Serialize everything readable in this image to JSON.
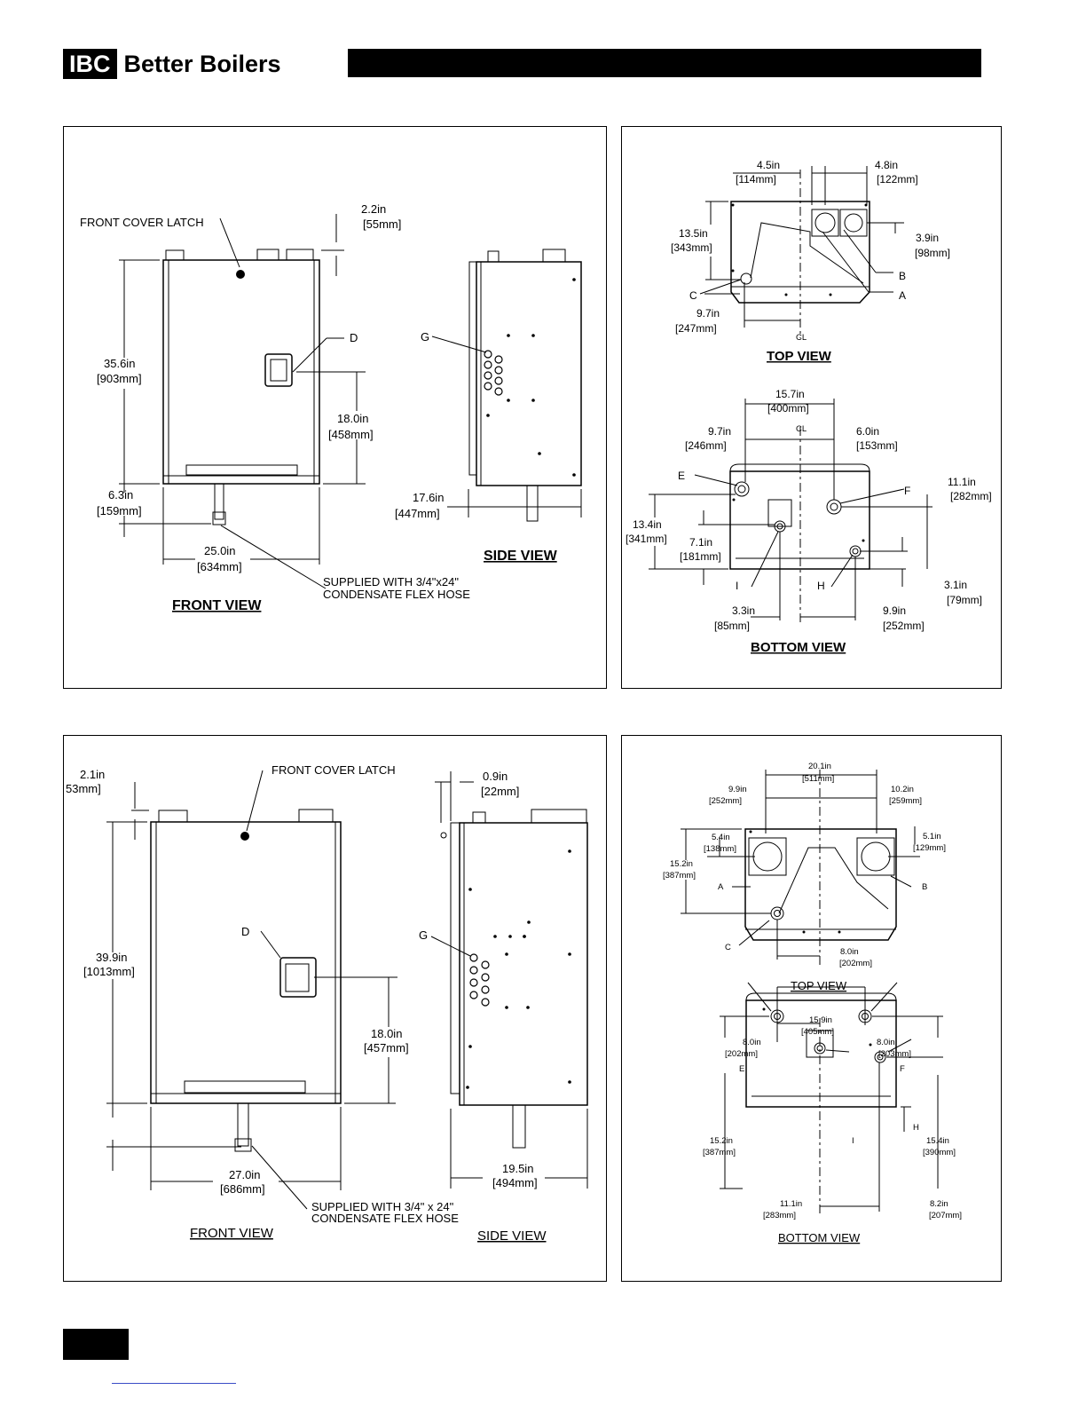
{
  "header": {
    "brand_box": "IBC",
    "brand_text": "Better Boilers"
  },
  "p1": {
    "front_cover_latch": "FRONT COVER LATCH",
    "d_top_in": "2.2in",
    "d_top_mm": "[55mm]",
    "d_height_in": "35.6in",
    "d_height_mm": "[903mm]",
    "d_mid_in": "18.0in",
    "d_mid_mm": "[458mm]",
    "d_bottom_in": "6.3in",
    "d_bottom_mm": "[159mm]",
    "d_width_in": "25.0in",
    "d_width_mm": "[634mm]",
    "d_side_in": "17.6in",
    "d_side_mm": "[447mm]",
    "label_d": "D",
    "label_g": "G",
    "hose_1": "SUPPLIED WITH 3/4\"x24\"",
    "hose_2": "CONDENSATE FLEX HOSE",
    "front_view": "FRONT VIEW",
    "side_view": "SIDE VIEW"
  },
  "p2": {
    "a_in": "4.5in",
    "a_mm": "[114mm]",
    "b_in": "4.8in",
    "b_mm": "[122mm]",
    "c_in": "13.5in",
    "c_mm": "[343mm]",
    "d_in": "3.9in",
    "d_mm": "[98mm]",
    "e_in": "9.7in",
    "e_mm": "[247mm]",
    "lbl_a": "A",
    "lbl_b": "B",
    "lbl_c": "C",
    "cl": "CL",
    "top_view": "TOP VIEW",
    "f_in": "15.7in",
    "f_mm": "[400mm]",
    "g_in": "9.7in",
    "g_mm": "[246mm]",
    "h_in": "6.0in",
    "h_mm": "[153mm]",
    "i_in": "11.1in",
    "i_mm": "[282mm]",
    "j_in": "13.4in",
    "j_mm": "[341mm]",
    "k_in": "7.1in",
    "k_mm": "[181mm]",
    "l_in": "3.1in",
    "l_mm": "[79mm]",
    "m_in": "3.3in",
    "m_mm": "[85mm]",
    "n_in": "9.9in",
    "n_mm": "[252mm]",
    "lbl_e": "E",
    "lbl_f": "F",
    "lbl_h": "H",
    "lbl_i": "I",
    "bottom_view": "BOTTOM VIEW"
  },
  "p3": {
    "a_in": "2.1in",
    "a_mm": "53mm]",
    "front_cover_latch": "FRONT COVER LATCH",
    "b_in": "0.9in",
    "b_mm": "[22mm]",
    "c_in": "39.9in",
    "c_mm": "[1013mm]",
    "d_in": "18.0in",
    "d_mm": "[457mm]",
    "e_in": "27.0in",
    "e_mm": "[686mm]",
    "f_in": "19.5in",
    "f_mm": "[494mm]",
    "label_d": "D",
    "label_g": "G",
    "hose_1": "SUPPLIED WITH 3/4\" x 24\"",
    "hose_2": "CONDENSATE FLEX HOSE",
    "front_view": "FRONT VIEW",
    "side_view": "SIDE VIEW"
  },
  "p4": {
    "a_in": "20.1in",
    "a_mm": "[511mm]",
    "b_in": "9.9in",
    "b_mm": "[252mm]",
    "c_in": "10.2in",
    "c_mm": "[259mm]",
    "d_in": "5.4in",
    "d_mm": "[138mm]",
    "e_in": "5.1in",
    "e_mm": "[129mm]",
    "f_in": "15.2in",
    "f_mm": "[387mm]",
    "g_in": "8.0in",
    "g_mm": "[202mm]",
    "lbl_a": "A",
    "lbl_b": "B",
    "lbl_c": "C",
    "top_view": "TOP VIEW",
    "h_in": "15.9in",
    "h_mm": "[405mm]",
    "i_in": "8.0in",
    "i_mm": "[202mm]",
    "j_in": "8.0in",
    "j_mm": "[203mm]",
    "k_in": "15.2in",
    "k_mm": "[387mm]",
    "l_in": "15.4in",
    "l_mm": "[390mm]",
    "m_in": "11.1in",
    "m_mm": "[283mm]",
    "n_in": "8.2in",
    "n_mm": "[207mm]",
    "lbl_e": "E",
    "lbl_f": "F",
    "lbl_h": "H",
    "lbl_i": "I",
    "bottom_view": "BOTTOM VIEW"
  }
}
